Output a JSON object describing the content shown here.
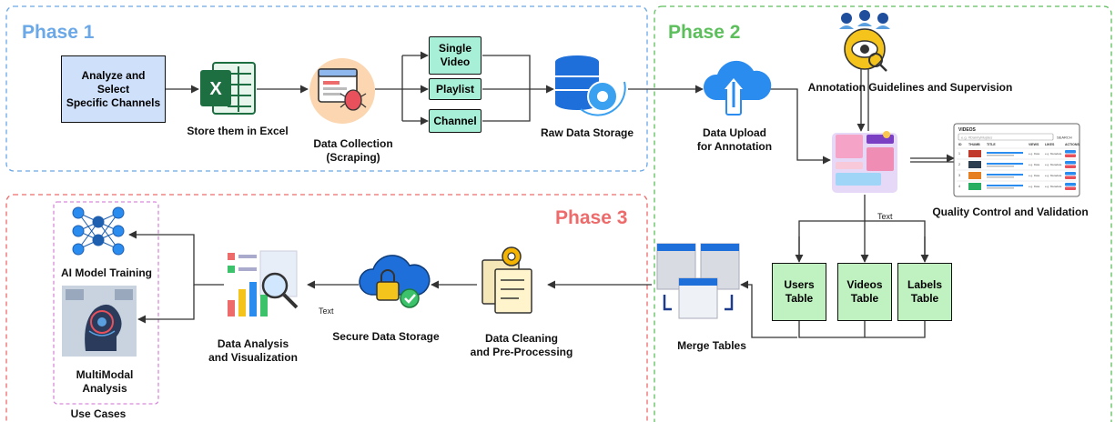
{
  "colors": {
    "phase1": "#6aa8e8",
    "phase2": "#5cbf5c",
    "phase3": "#ee6b6b",
    "use_cases_border": "#d98ad9",
    "blue_box": "#cfe0fb",
    "teal_box": "#a8efd8",
    "green_box": "#bff2c0"
  },
  "phases": {
    "phase1": "Phase 1",
    "phase2": "Phase 2",
    "phase3": "Phase 3"
  },
  "phase1": {
    "analyze_box": [
      "Analyze and",
      "Select",
      "Specific Channels"
    ],
    "excel_label": "Store them in Excel",
    "collection_label": [
      "Data Collection",
      "(Scraping)"
    ],
    "single_video": [
      "Single",
      "Video"
    ],
    "playlist": "Playlist",
    "channel": "Channel",
    "raw_storage_label": "Raw Data Storage"
  },
  "phase2": {
    "upload_label": [
      "Data Upload",
      "for Annotation"
    ],
    "guidelines_label": "Annotation Guidelines and Supervision",
    "quality_label": "Quality Control and Validation",
    "text_note": "Text",
    "users_table": [
      "Users",
      "Table"
    ],
    "videos_table": [
      "Videos",
      "Table"
    ],
    "labels_table": [
      "Labels",
      "Table"
    ],
    "merge_label": "Merge Tables",
    "dashboard": {
      "title": "VIDEOS",
      "search_placeholder": "e.g. #DaintyMujdes",
      "search_button": "SEARCH",
      "columns": [
        "ID",
        "THUMB",
        "TITLE",
        "VIEWS",
        "LIKES",
        "ACTIONS"
      ],
      "rows": [
        {
          "id": "1",
          "views": "e.g. Data",
          "likes": "e.g. Metadata"
        },
        {
          "id": "2",
          "views": "e.g. Data",
          "likes": "e.g. Metadata"
        },
        {
          "id": "3",
          "views": "e.g. Data",
          "likes": "e.g. Metadata"
        },
        {
          "id": "4",
          "views": "e.g. Data",
          "likes": "e.g. Metadata"
        }
      ]
    }
  },
  "phase3": {
    "cleaning_label": [
      "Data Cleaning",
      "and Pre-Processing"
    ],
    "secure_label": "Secure Data Storage",
    "analysis_label": [
      "Data Analysis",
      "and Visualization"
    ],
    "text_note": "Text",
    "ai_label": "AI Model Training",
    "multimodal_label": [
      "MultiModal",
      "Analysis"
    ],
    "use_cases_label": "Use Cases"
  },
  "icons": [
    "excel-icon",
    "scraping-bug-icon",
    "database-gear-icon",
    "cloud-upload-icon",
    "team-eye-gear-icon",
    "annotation-ui-icon",
    "video-dashboard-icon",
    "merge-tables-icon",
    "document-gear-icon",
    "cloud-lock-icon",
    "chart-magnifier-icon",
    "neural-network-icon",
    "ai-head-icon"
  ]
}
